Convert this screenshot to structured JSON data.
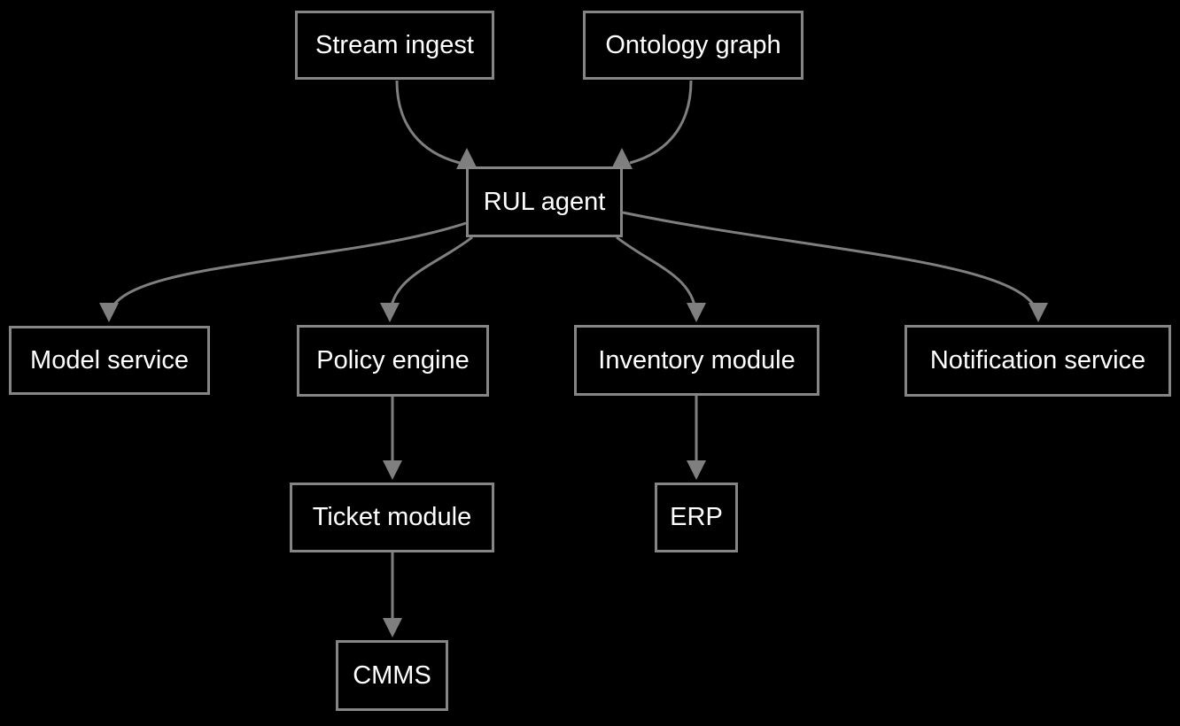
{
  "diagram": {
    "type": "flowchart",
    "direction": "top-down",
    "colors": {
      "background": "#000000",
      "node_fill": "#000000",
      "node_border": "#858585",
      "edge": "#7f7f7f",
      "text": "#ffffff"
    },
    "nodes": [
      {
        "id": "stream-ingest",
        "label": "Stream ingest"
      },
      {
        "id": "ontology-graph",
        "label": "Ontology graph"
      },
      {
        "id": "rul-agent",
        "label": "RUL agent"
      },
      {
        "id": "model-service",
        "label": "Model service"
      },
      {
        "id": "policy-engine",
        "label": "Policy engine"
      },
      {
        "id": "inventory-module",
        "label": "Inventory module"
      },
      {
        "id": "notification-service",
        "label": "Notification service"
      },
      {
        "id": "ticket-module",
        "label": "Ticket module"
      },
      {
        "id": "erp",
        "label": "ERP"
      },
      {
        "id": "cmms",
        "label": "CMMS"
      }
    ],
    "edges": [
      {
        "from": "stream-ingest",
        "to": "rul-agent"
      },
      {
        "from": "ontology-graph",
        "to": "rul-agent"
      },
      {
        "from": "rul-agent",
        "to": "model-service"
      },
      {
        "from": "rul-agent",
        "to": "policy-engine"
      },
      {
        "from": "rul-agent",
        "to": "inventory-module"
      },
      {
        "from": "rul-agent",
        "to": "notification-service"
      },
      {
        "from": "policy-engine",
        "to": "ticket-module"
      },
      {
        "from": "ticket-module",
        "to": "cmms"
      },
      {
        "from": "inventory-module",
        "to": "erp"
      }
    ]
  }
}
